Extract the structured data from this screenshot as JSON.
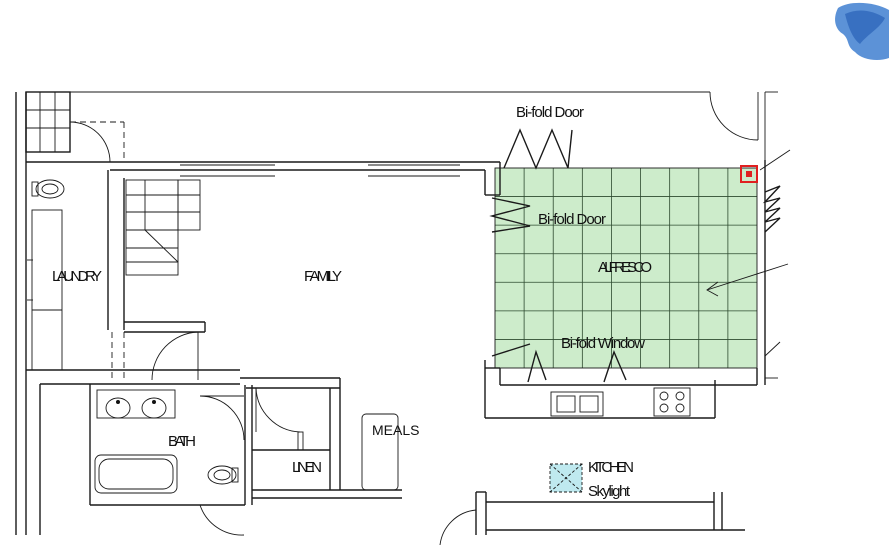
{
  "plan": {
    "rooms": {
      "laundry": "LAUNDRY",
      "family": "FAMILY",
      "alfresco": "ALFRESCO",
      "bath": "BATH",
      "linen": "LINEN",
      "meals": "MEALS",
      "kitchen": "KITCHEN"
    },
    "annotations": {
      "bifold_door_top": "Bi-fold Door",
      "bifold_door_left": "Bi-fold Door",
      "bifold_window": "Bi-fold Window",
      "skylight": "Skylight"
    },
    "colors": {
      "alfresco_fill": "#cdeccb",
      "alfresco_grid": "#2d4a2f",
      "skylight_fill": "#bfe9ef",
      "marker": "#e02020",
      "wall": "#1a1a1a",
      "watercolor_blob": "#3f7fd0"
    }
  }
}
